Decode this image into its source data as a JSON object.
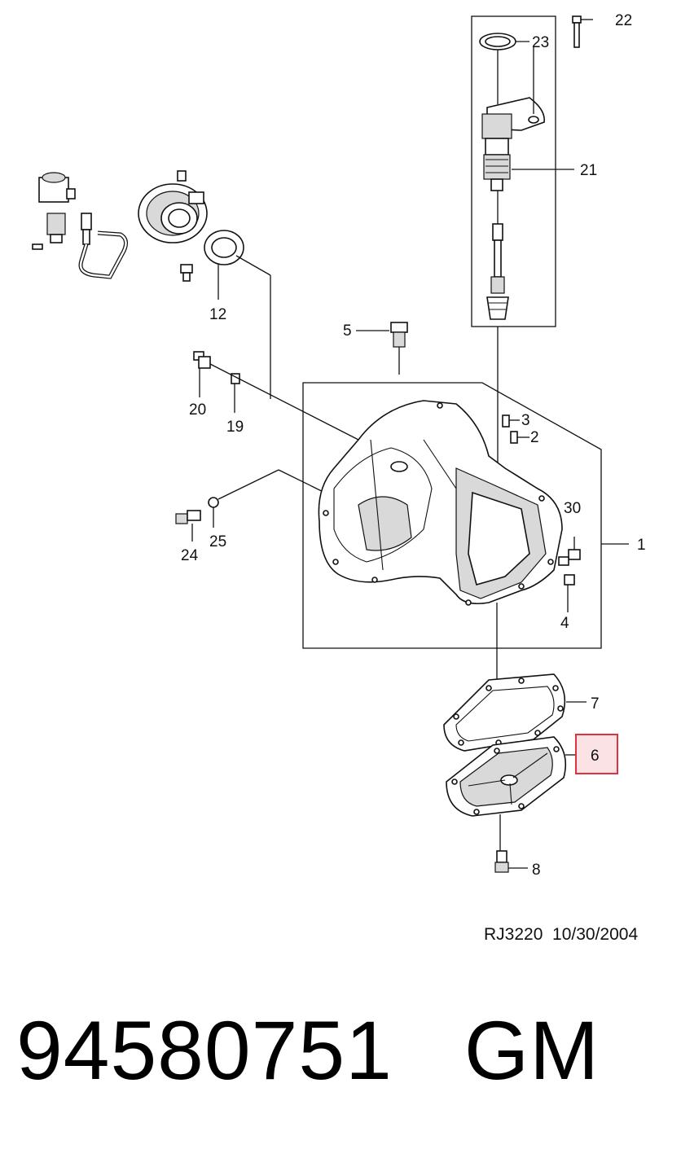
{
  "callouts": {
    "c1": "1",
    "c2": "2",
    "c3": "3",
    "c4": "4",
    "c5": "5",
    "c6": "6",
    "c7": "7",
    "c8": "8",
    "c12": "12",
    "c19": "19",
    "c20": "20",
    "c21": "21",
    "c22": "22",
    "c23": "23",
    "c24": "24",
    "c25": "25",
    "c30": "30"
  },
  "highlighted_callout": "6",
  "highlight_color": "#e0323c",
  "highlight_fill": "#fbe3e5",
  "footer": {
    "drawing_code": "RJ3220  10/30/2004"
  },
  "part_number_line": "94580751   GM"
}
